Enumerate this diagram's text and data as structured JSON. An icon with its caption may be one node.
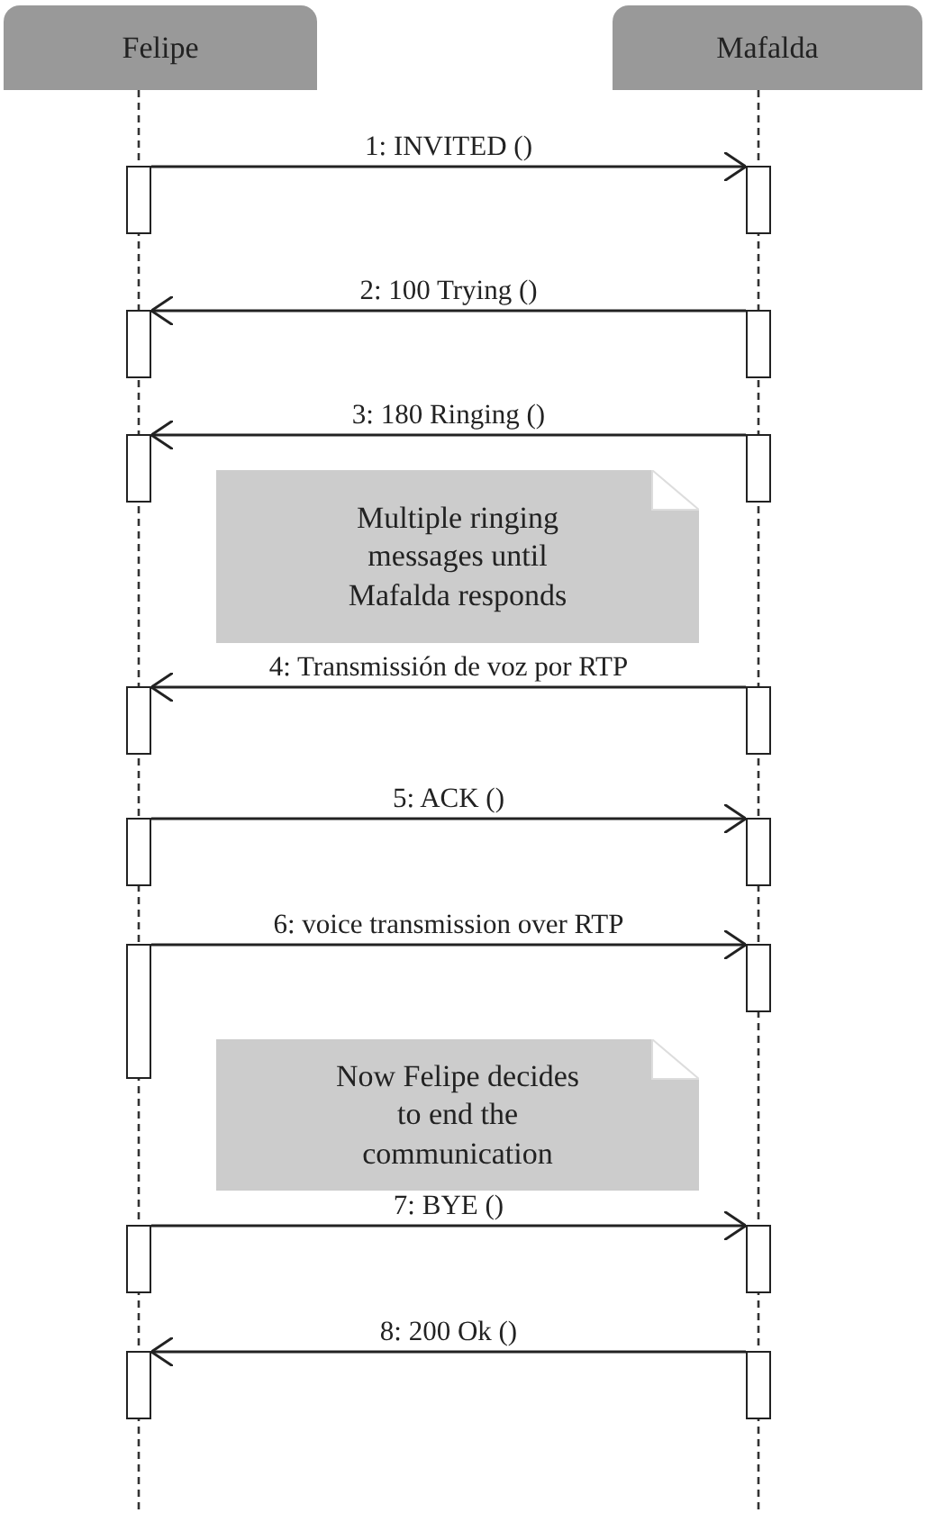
{
  "diagram": {
    "nodes": [
      {
        "text": [
          "Felipe"
        ]
      },
      {
        "text": [
          "Mafalda"
        ]
      },
      {
        "text": [],
        "shape": "bar"
      },
      {
        "text": [],
        "shape": "bar"
      },
      {
        "text": [],
        "shape": "bar"
      },
      {
        "text": [],
        "shape": "bar"
      },
      {
        "text": [],
        "shape": "bar"
      },
      {
        "text": [],
        "shape": "bar"
      },
      {
        "text": [
          "Multiple ringing messages until Mafalda responds"
        ]
      },
      {
        "text": [],
        "shape": "bar"
      },
      {
        "text": [],
        "shape": "bar"
      },
      {
        "text": [],
        "shape": "bar"
      },
      {
        "text": [],
        "shape": "bar"
      },
      {
        "text": [],
        "shape": "bar"
      },
      {
        "text": [],
        "shape": "bar"
      },
      {
        "text": [
          "Now Felipe decides to end the communication"
        ]
      },
      {
        "text": [],
        "shape": "bar"
      },
      {
        "text": [],
        "shape": "bar"
      },
      {
        "text": [],
        "shape": "bar"
      },
      {
        "text": [],
        "shape": "bar"
      }
    ],
    "edges": [
      {
        "from": 2,
        "to": 3,
        "arrow": "to",
        "label": "1: INVITED ()"
      },
      {
        "from": 5,
        "to": 4,
        "arrow": "to",
        "label": "2: 100 Trying ()"
      },
      {
        "from": 7,
        "to": 6,
        "arrow": "to",
        "label": "3: 180 Ringing ()"
      },
      {
        "from": 10,
        "to": 9,
        "arrow": "to",
        "label": "4: Transmissión de voz por RTP"
      },
      {
        "from": 11,
        "to": 12,
        "arrow": "to",
        "label": "5: ACK ()"
      },
      {
        "from": 13,
        "to": 14,
        "arrow": "to",
        "label": "6: voice transmission over RTP"
      },
      {
        "from": 16,
        "to": 17,
        "arrow": "to",
        "label": "7: BYE ()"
      },
      {
        "from": 19,
        "to": 18,
        "arrow": "to",
        "label": "8: 200 Ok ()"
      }
    ]
  }
}
